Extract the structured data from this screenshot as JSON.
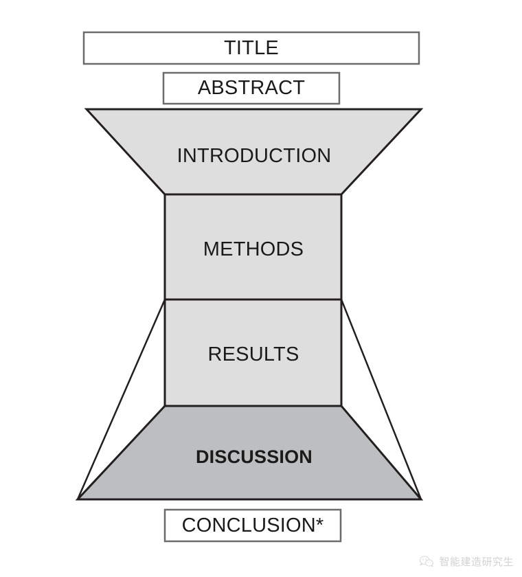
{
  "figure": {
    "type": "hourglass-paper-structure-diagram",
    "description": "Hourglass model of a scientific paper structure",
    "sections": [
      {
        "id": "title",
        "label": "TITLE",
        "shape": "rectangle",
        "fill": "#ffffff",
        "stroke": "#6b6b6b",
        "bold": false
      },
      {
        "id": "abstract",
        "label": "ABSTRACT",
        "shape": "rectangle",
        "fill": "#ffffff",
        "stroke": "#6b6b6b",
        "bold": false
      },
      {
        "id": "introduction",
        "label": "INTRODUCTION",
        "shape": "trapezoid-narrowing-down",
        "fill": "#dedede",
        "stroke": "#231f20",
        "bold": false
      },
      {
        "id": "methods",
        "label": "METHODS",
        "shape": "rectangle",
        "fill": "#dedede",
        "stroke": "#231f20",
        "bold": false
      },
      {
        "id": "results",
        "label": "RESULTS",
        "shape": "rectangle",
        "fill": "#dedede",
        "stroke": "#231f20",
        "bold": false
      },
      {
        "id": "discussion",
        "label": "DISCUSSION",
        "shape": "trapezoid-widening-down",
        "fill": "#bcbec0",
        "stroke": "#231f20",
        "bold": true
      },
      {
        "id": "conclusion",
        "label": "CONCLUSION*",
        "shape": "rectangle",
        "fill": "#ffffff",
        "stroke": "#6b6b6b",
        "bold": false
      }
    ],
    "colors": {
      "background": "#ffffff",
      "light_gray_fill": "#dedede",
      "dark_gray_fill": "#bcbec0",
      "outline_dark": "#231f20",
      "outline_light": "#6b6b6b",
      "text": "#1a1a1a",
      "watermark": "#d2d2d2"
    }
  },
  "watermark": {
    "text": "智能建造研究生",
    "icon": "wechat-logo-icon"
  }
}
